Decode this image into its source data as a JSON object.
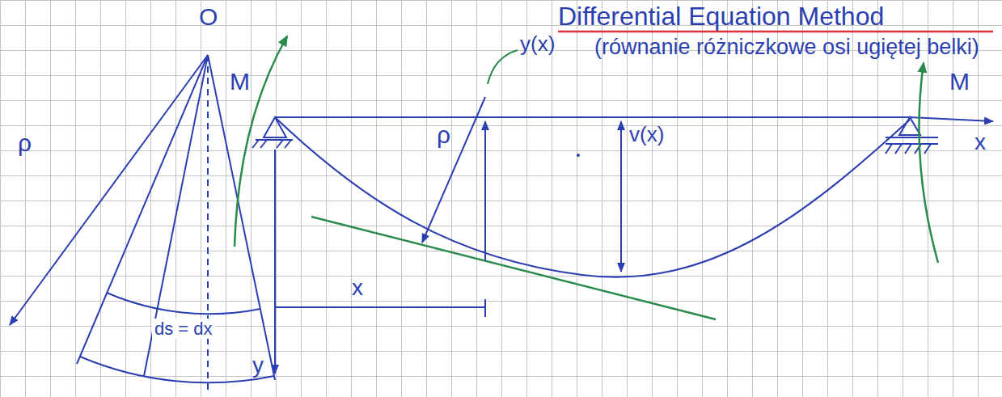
{
  "diagram": {
    "title": "Differential Equation Method",
    "labels": [
      "(równanie różniczkowe osi ugiętej belki)",
      "O",
      "ρ",
      "ds = dx",
      "M",
      "ρ",
      "y(x)",
      "v(x)",
      "M",
      "x",
      "x",
      "y"
    ]
  }
}
